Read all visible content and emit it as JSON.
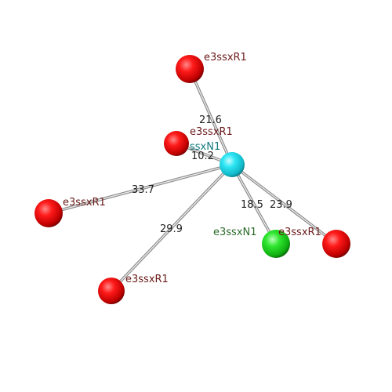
{
  "colors": {
    "background": "#ffffff",
    "bond": "#bdbdbd",
    "atom_R": "#e60000",
    "atom_N_center": "#19d8e8",
    "atom_N": "#1ed61e",
    "label_R": "#6b1a1a",
    "label_N_center": "#127c80",
    "label_N": "#2a6a2a",
    "distance_label": "#222222"
  },
  "center_atom": {
    "label": "ssxN1",
    "type": "N"
  },
  "atoms": [
    {
      "id": "a1",
      "label": "e3ssxR1",
      "type": "R",
      "distance": "21.6"
    },
    {
      "id": "a2",
      "label": "e3ssxR1",
      "type": "R",
      "distance": "10.2"
    },
    {
      "id": "a3",
      "label": "e3ssxR1",
      "type": "R",
      "distance": "33.7"
    },
    {
      "id": "a4",
      "label": "e3ssxR1",
      "type": "R",
      "distance": "29.9"
    },
    {
      "id": "a5",
      "label": "e3ssxN1",
      "type": "N",
      "distance": "18.5"
    },
    {
      "id": "a6",
      "label": "e3ssxR1",
      "type": "R",
      "distance": "23.9"
    }
  ]
}
